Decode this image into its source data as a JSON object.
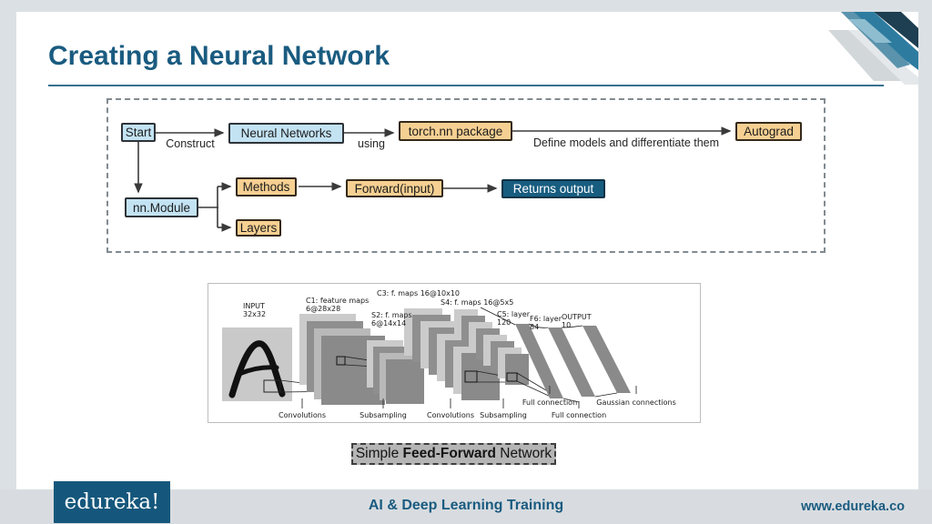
{
  "slide": {
    "title": "Creating a Neural Network"
  },
  "flowchart": {
    "nodes": {
      "start": "Start",
      "neural_networks": "Neural Networks",
      "torch_nn_package": "torch.nn package",
      "autograd": "Autograd",
      "nn_module": "nn.Module",
      "methods": "Methods",
      "layers": "Layers",
      "forward_input": "Forward(input)",
      "returns_output": "Returns output"
    },
    "edge_labels": {
      "construct": "Construct",
      "using": "using",
      "define_models": "Define models and differentiate them"
    }
  },
  "lenet": {
    "input_line1": "INPUT",
    "input_line2": "32x32",
    "c1_line1": "C1: feature maps",
    "c1_line2": "6@28x28",
    "s2_line1": "S2: f. maps",
    "s2_line2": "6@14x14",
    "c3": "C3: f. maps 16@10x10",
    "s4": "S4: f. maps 16@5x5",
    "c5_line1": "C5: layer",
    "c5_line2": "120",
    "f6_line1": "F6: layer",
    "f6_line2": "84",
    "output_line1": "OUTPUT",
    "output_line2": "10",
    "conv1": "Convolutions",
    "sub1": "Subsampling",
    "conv2": "Convolutions",
    "sub2": "Subsampling",
    "full1": "Full connection",
    "full2": "Full connection",
    "gaussian": "Gaussian connections"
  },
  "caption": {
    "part1": "Simple ",
    "part2": "Feed-Forward",
    "part3": " Network"
  },
  "footer": {
    "logo": "edureka!",
    "course": "AI & Deep Learning Training",
    "website": "www.edureka.co"
  },
  "colors": {
    "accent_blue": "#1a5b80",
    "node_blue_fill": "#c3e3f3",
    "node_orange_fill": "#f6d092",
    "node_dark_fill": "#175d80",
    "logo_bg": "#15577c",
    "page_bg": "#dbe0e4"
  }
}
